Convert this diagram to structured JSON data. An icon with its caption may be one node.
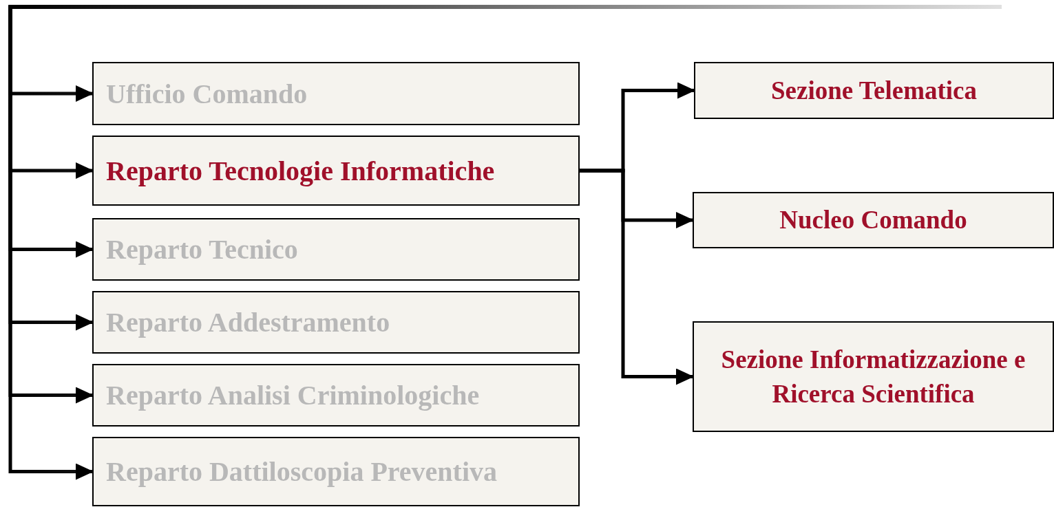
{
  "diagram": {
    "nodes": [
      {
        "text": [
          "Ufficio Comando"
        ]
      },
      {
        "text": [
          "Reparto Tecnologie Informatiche"
        ]
      },
      {
        "text": [
          "Reparto Tecnico"
        ]
      },
      {
        "text": [
          "Reparto Addestramento"
        ]
      },
      {
        "text": [
          "Reparto Analisi Criminologiche"
        ]
      },
      {
        "text": [
          "Reparto Dattiloscopia Preventiva"
        ]
      },
      {
        "text": [
          "Sezione Telematica"
        ]
      },
      {
        "text": [
          "Nucleo Comando"
        ]
      },
      {
        "text": [
          "Sezione Informatizzazione e Ricerca Scientifica"
        ]
      }
    ],
    "edges": [
      {
        "from": null,
        "to": 0,
        "arrow": "to"
      },
      {
        "from": null,
        "to": 1,
        "arrow": "to"
      },
      {
        "from": null,
        "to": 2,
        "arrow": "to"
      },
      {
        "from": null,
        "to": 3,
        "arrow": "to"
      },
      {
        "from": null,
        "to": 4,
        "arrow": "to"
      },
      {
        "from": null,
        "to": 5,
        "arrow": "to"
      },
      {
        "from": 1,
        "to": 6,
        "arrow": "to"
      },
      {
        "from": 1,
        "to": 7,
        "arrow": "to"
      },
      {
        "from": 1,
        "to": 8,
        "arrow": "to"
      }
    ]
  }
}
